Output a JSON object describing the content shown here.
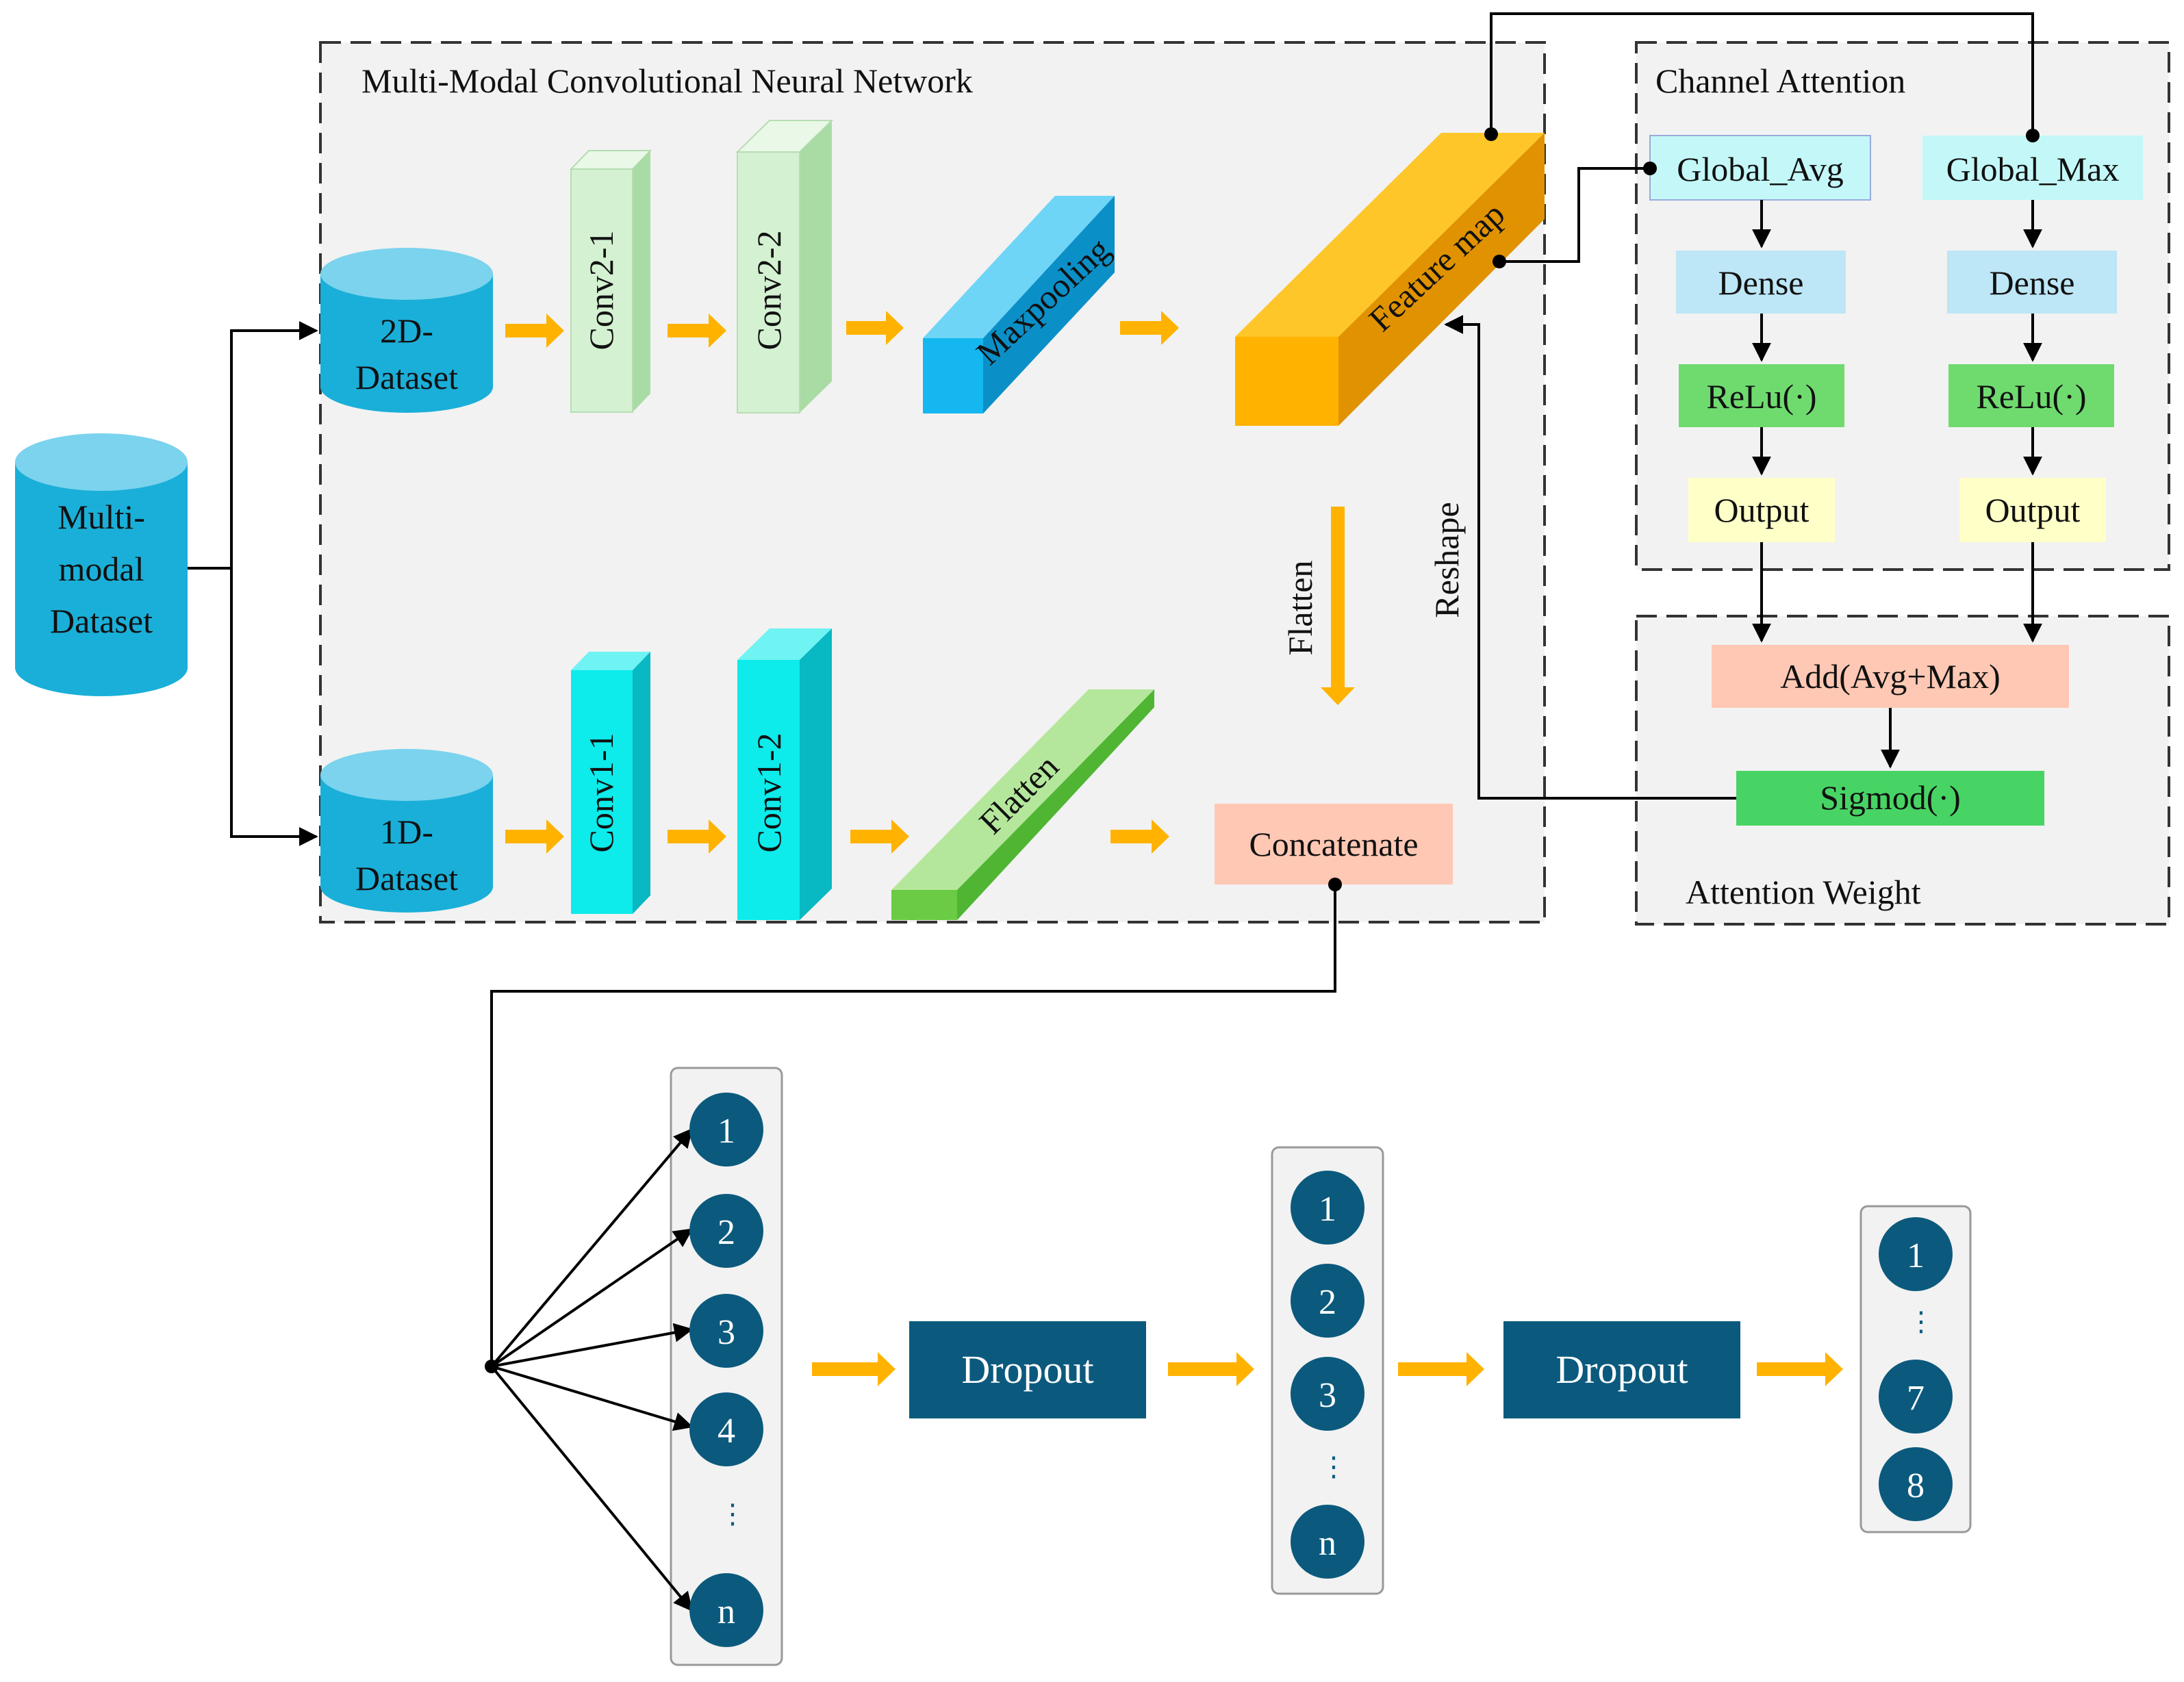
{
  "diagram": {
    "dataset": "Multi-modal Dataset",
    "dataset_lines": [
      "Multi-",
      "modal",
      "Dataset"
    ],
    "cnn_group_title": "Multi-Modal Convolutional Neural Network",
    "channel_attention_title": "Channel Attention",
    "attention_weight_title": "Attention Weight",
    "ds2d_lines": [
      "2D-",
      "Dataset"
    ],
    "ds1d_lines": [
      "1D-",
      "Dataset"
    ],
    "conv2_1": "Conv2-1",
    "conv2_2": "Conv2-2",
    "maxpooling": "Maxpooling",
    "feature_map": "Feature map",
    "conv1_1": "Conv1-1",
    "conv1_2": "Conv1-2",
    "flatten_block": "Flatten",
    "flatten_arrow": "Flatten",
    "reshape": "Reshape",
    "concatenate": "Concatenate",
    "global_avg": "Global_Avg",
    "global_max": "Global_Max",
    "dense_left": "Dense",
    "dense_right": "Dense",
    "relu_left": "ReLu(·)",
    "relu_right": "ReLu(·)",
    "output_left": "Output",
    "output_right": "Output",
    "add": "Add(Avg+Max)",
    "sigmoid": "Sigmod(·)",
    "dropout_1": "Dropout",
    "dropout_2": "Dropout",
    "layer1_nodes": [
      "1",
      "2",
      "3",
      "4",
      "⋮",
      "n"
    ],
    "layer2_nodes": [
      "1",
      "2",
      "3",
      "⋮",
      "n"
    ],
    "layer3_nodes": [
      "1",
      "⋮",
      "7",
      "8"
    ]
  },
  "colors": {
    "arrow": "#FFB300",
    "dataset": "#1AAFD8",
    "conv2": "#D4F2D2",
    "maxpool": "#14B7F0",
    "feature": "#FFB300",
    "conv1": "#0DEBEB",
    "flatten": "#9BDB7E",
    "concat": "#FFC8B4",
    "node": "#0B5A7D",
    "dropout": "#0B5A7D"
  }
}
